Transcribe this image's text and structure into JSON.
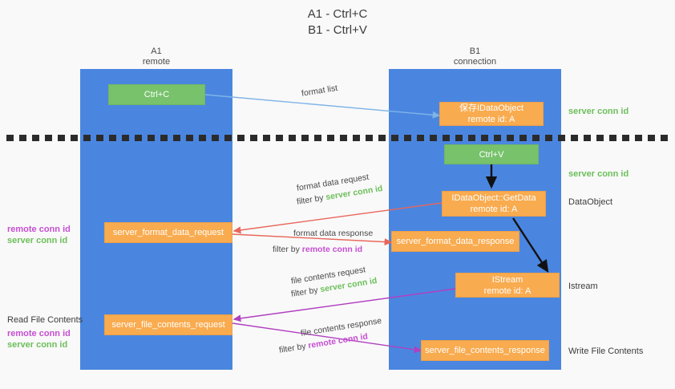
{
  "title": "A1 - Ctrl+C\nB1 - Ctrl+V",
  "columns": [
    {
      "id": "a1",
      "name": "A1",
      "role": "remote",
      "header": "A1\nremote"
    },
    {
      "id": "b1",
      "name": "B1",
      "role": "connection",
      "header": "B1\nconnection"
    }
  ],
  "nodes": [
    {
      "id": "ctrl-c",
      "label": "Ctrl+C",
      "color": "green"
    },
    {
      "id": "save-idataobject",
      "label": "保存IDataObject\nremote id: A",
      "color": "orange"
    },
    {
      "id": "ctrl-v",
      "label": "Ctrl+V",
      "color": "green"
    },
    {
      "id": "idataobject-getdata",
      "label": "IDataObject::GetData\nremote id: A",
      "color": "orange"
    },
    {
      "id": "server-format-data-request",
      "label": "server_format_data_request",
      "color": "orange"
    },
    {
      "id": "server-format-data-response",
      "label": "server_format_data_response",
      "color": "orange"
    },
    {
      "id": "istream",
      "label": "IStream\nremote id: A",
      "color": "orange"
    },
    {
      "id": "server-file-contents-request",
      "label": "server_file_contents_request",
      "color": "orange"
    },
    {
      "id": "server-file-contents-response",
      "label": "server_file_contents_response",
      "color": "orange"
    }
  ],
  "edge_labels": {
    "format_list": "format list",
    "format_data_request": "format data request",
    "format_data_request_filter_prefix": "filter by ",
    "format_data_request_filter_key": "server conn id",
    "format_data_response": "format data response",
    "format_data_response_filter_prefix": "filter by ",
    "format_data_response_filter_key": "remote conn id",
    "file_contents_request": "file contents request",
    "file_contents_request_filter_prefix": "filter by ",
    "file_contents_request_filter_key": "server conn id",
    "file_contents_response": "file contents response",
    "file_contents_response_filter_prefix": "filter by ",
    "file_contents_response_filter_key": "remote conn id"
  },
  "right_annotations": [
    {
      "id": "server-conn-id-1",
      "text": "server conn id",
      "style": "green"
    },
    {
      "id": "server-conn-id-2",
      "text": "server conn id",
      "style": "green"
    },
    {
      "id": "dataobject",
      "text": "DataObject",
      "style": "dark"
    },
    {
      "id": "istream-label",
      "text": "Istream",
      "style": "dark"
    },
    {
      "id": "write-file-contents",
      "text": "Write File Contents",
      "style": "dark"
    }
  ],
  "left_annotations": [
    {
      "id": "conn-ids-1",
      "remote": "remote conn id",
      "server": "server conn id"
    },
    {
      "id": "read-file-contents",
      "heading": "Read File Contents",
      "remote": "remote conn id",
      "server": "server conn id"
    }
  ],
  "colors": {
    "lane_blue": "#4a86e0",
    "node_green": "#77c26b",
    "node_orange": "#f9ab4f",
    "accent_server": "#6cbf5a",
    "accent_remote": "#c54fd1",
    "arrow_light_blue": "#7fb4e8",
    "arrow_red": "#e8665a",
    "arrow_magenta": "#b040c0",
    "arrow_black": "#000000",
    "background": "#f9f9f9"
  }
}
